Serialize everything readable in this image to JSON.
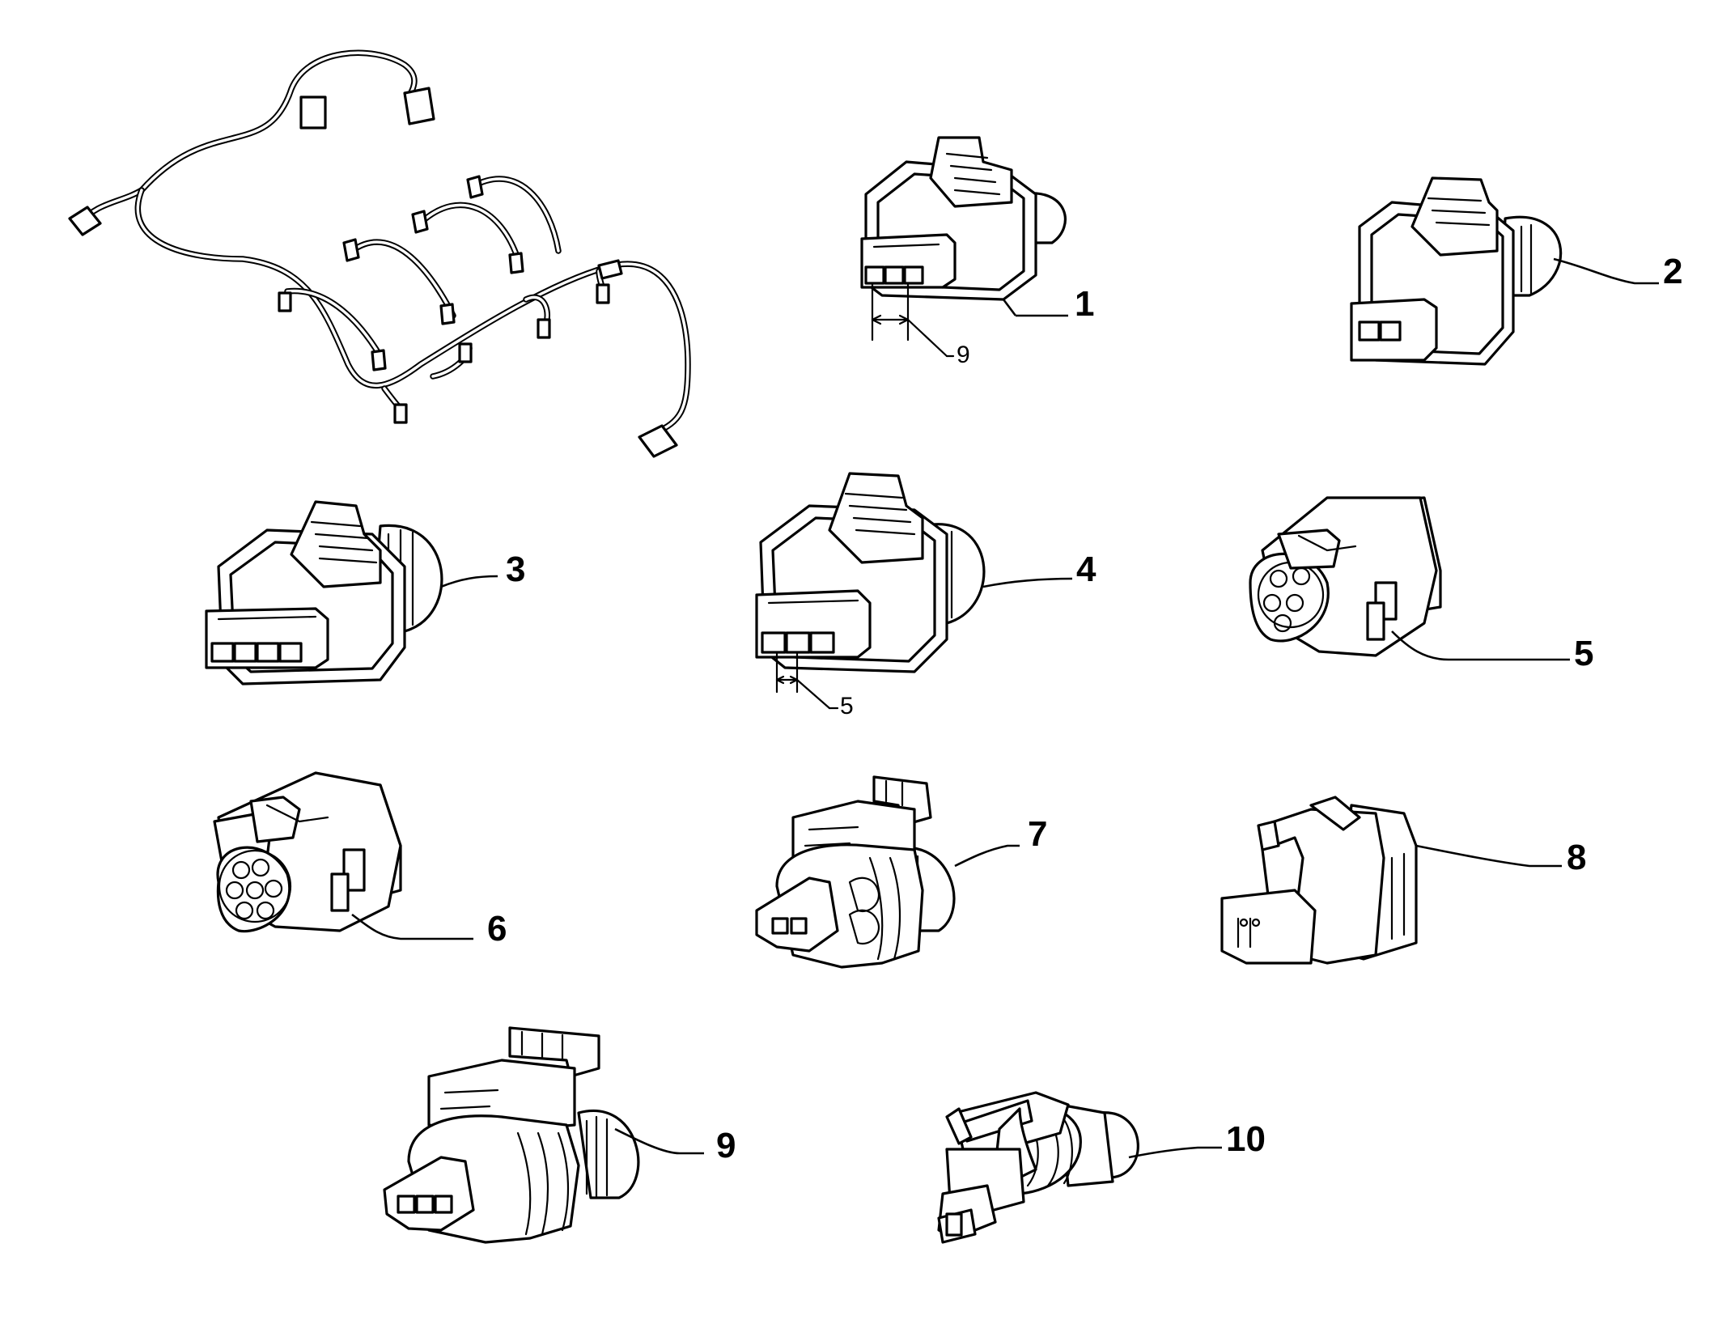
{
  "callouts": {
    "c1": "1",
    "c2": "2",
    "c3": "3",
    "c4": "4",
    "c5": "5",
    "c6": "6",
    "c7": "7",
    "c8": "8",
    "c9": "9",
    "c10": "10"
  },
  "dimensions": {
    "pitch_connector_1": "9",
    "pitch_connector_4": "5"
  },
  "colors": {
    "line": "#000000",
    "background": "#ffffff"
  }
}
